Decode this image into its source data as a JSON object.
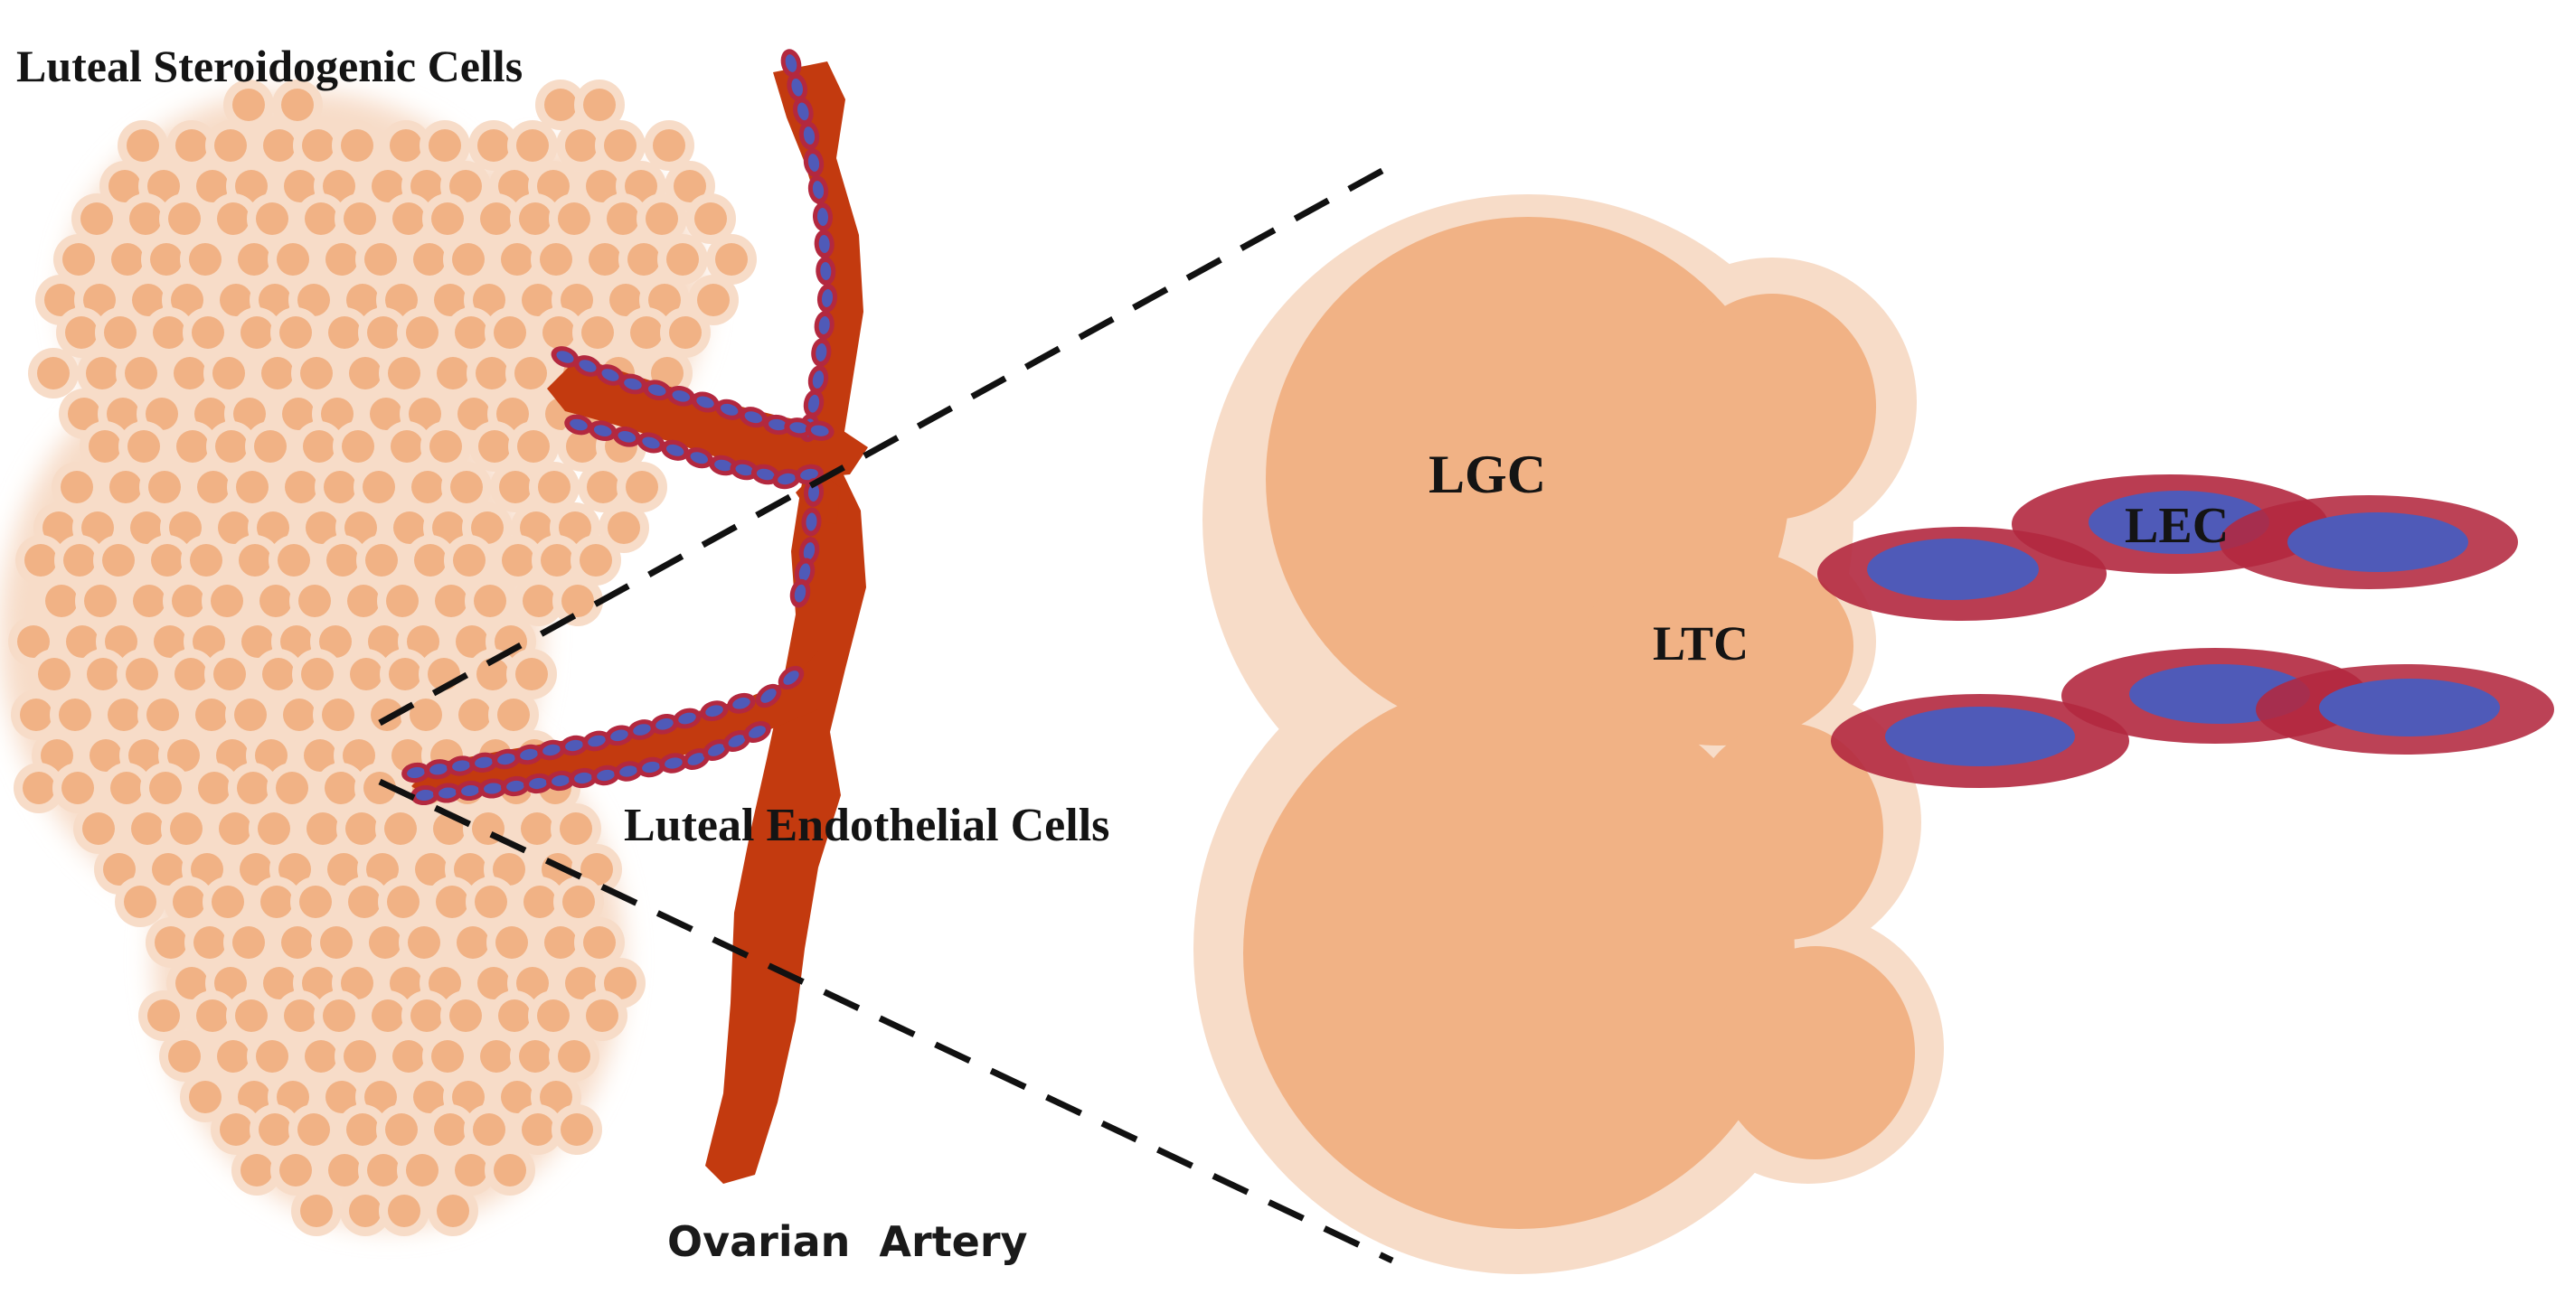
{
  "labels": {
    "steroidogenic": "Luteal Steroidogenic Cells",
    "endothelial": "Luteal Endothelial Cells",
    "artery": "Ovarian  Artery",
    "lgc": "LGC",
    "ltc": "LTC",
    "lec": "LEC"
  },
  "colors": {
    "cell_outer": "#f7dcc8",
    "cell_inner": "#f1b285",
    "vessel": "#c33a0f",
    "endothelial_outer": "#b3283f",
    "endothelial_inner": "#4f5ab8",
    "dash_line": "#111111"
  }
}
